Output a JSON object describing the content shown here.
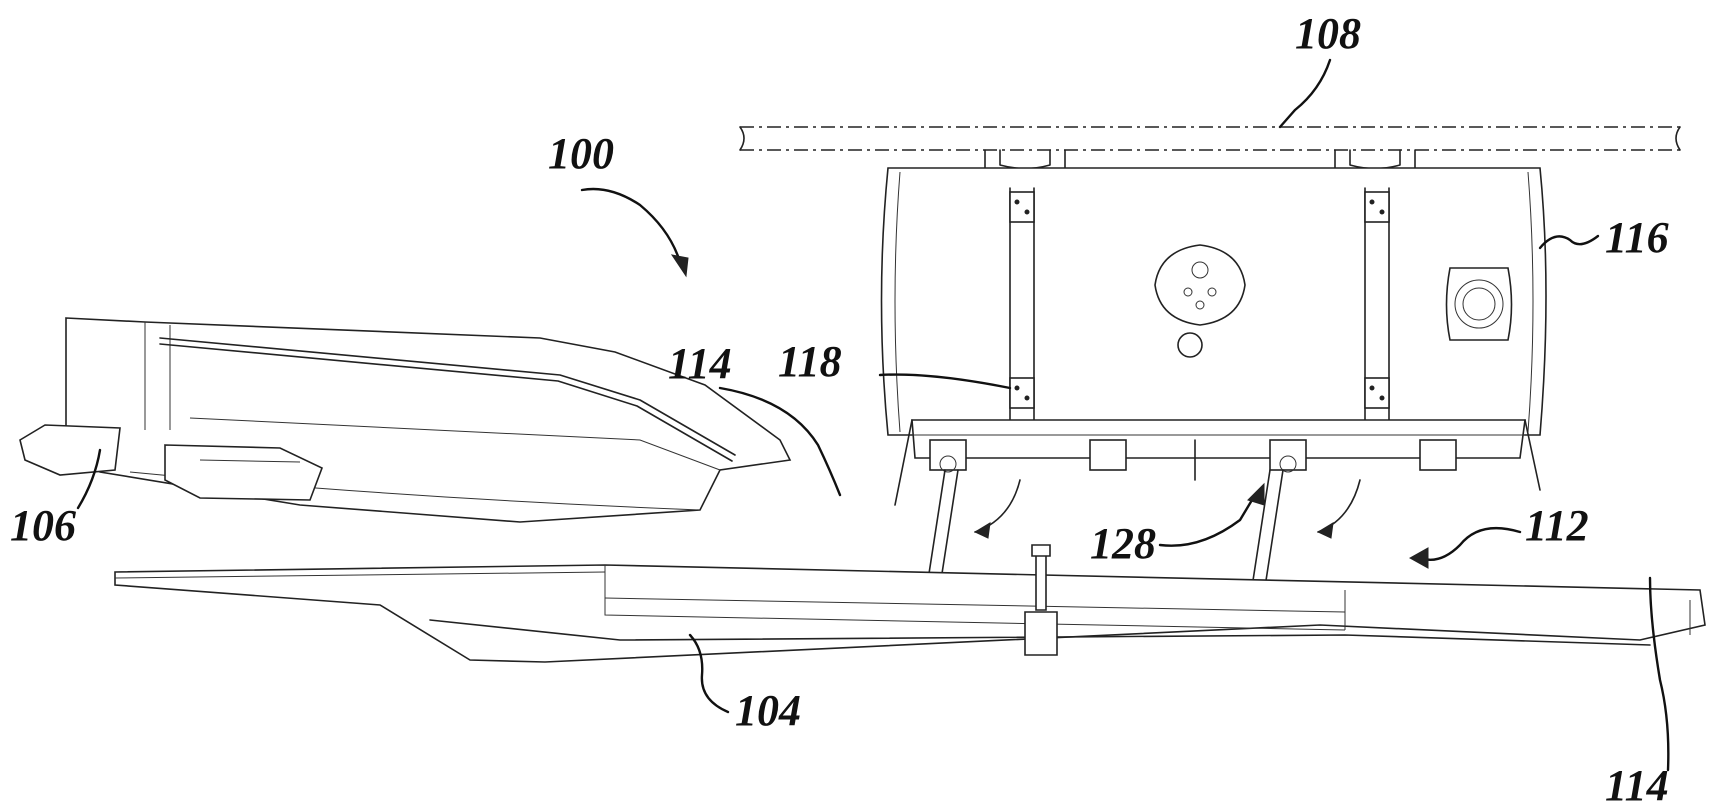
{
  "reference_labels": {
    "assembly": "100",
    "frame_rail": "104",
    "bumper_fascia": "106",
    "vehicle_frame": "108",
    "mount_assembly": "112",
    "bracket_a": "114",
    "bracket_b": "114",
    "tank": "116",
    "strap": "118",
    "pivot": "128"
  },
  "colors": {
    "ink": "#111111",
    "background": "#ffffff"
  }
}
